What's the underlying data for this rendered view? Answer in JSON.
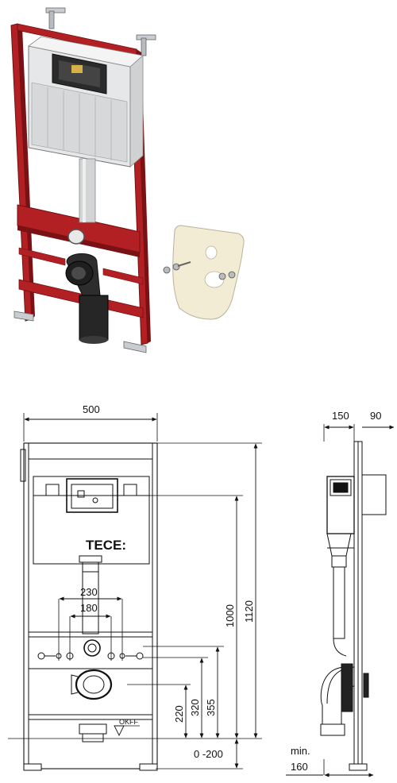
{
  "render": {
    "frame_red": "#b32024",
    "frame_dark": "#7a1215",
    "pad_color": "#f1ecd3",
    "line_color": "#111111"
  },
  "drawing": {
    "brand": "TECE:",
    "floor_label": "OKFF",
    "dims": {
      "width": "500",
      "depth_frame": "150",
      "depth_panel": "90",
      "height_total": "1120",
      "height_cistern": "1000",
      "h355": "355",
      "h320": "320",
      "h220": "220",
      "adjust": "0 -200",
      "bolts_outer": "230",
      "bolts_inner": "180",
      "min_label": "min.",
      "min_value": "160"
    }
  }
}
